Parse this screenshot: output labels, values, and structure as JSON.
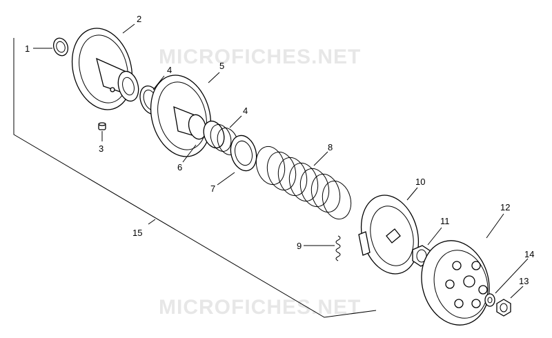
{
  "watermarks": [
    "MICROFICHES.NET",
    "MICROFICHES.NET"
  ],
  "callouts": [
    {
      "label": "1"
    },
    {
      "label": "2"
    },
    {
      "label": "3"
    },
    {
      "label": "4"
    },
    {
      "label": "4"
    },
    {
      "label": "5"
    },
    {
      "label": "6"
    },
    {
      "label": "7"
    },
    {
      "label": "8"
    },
    {
      "label": "9"
    },
    {
      "label": "10"
    },
    {
      "label": "11"
    },
    {
      "label": "12"
    },
    {
      "label": "13"
    },
    {
      "label": "14"
    },
    {
      "label": "15"
    }
  ]
}
